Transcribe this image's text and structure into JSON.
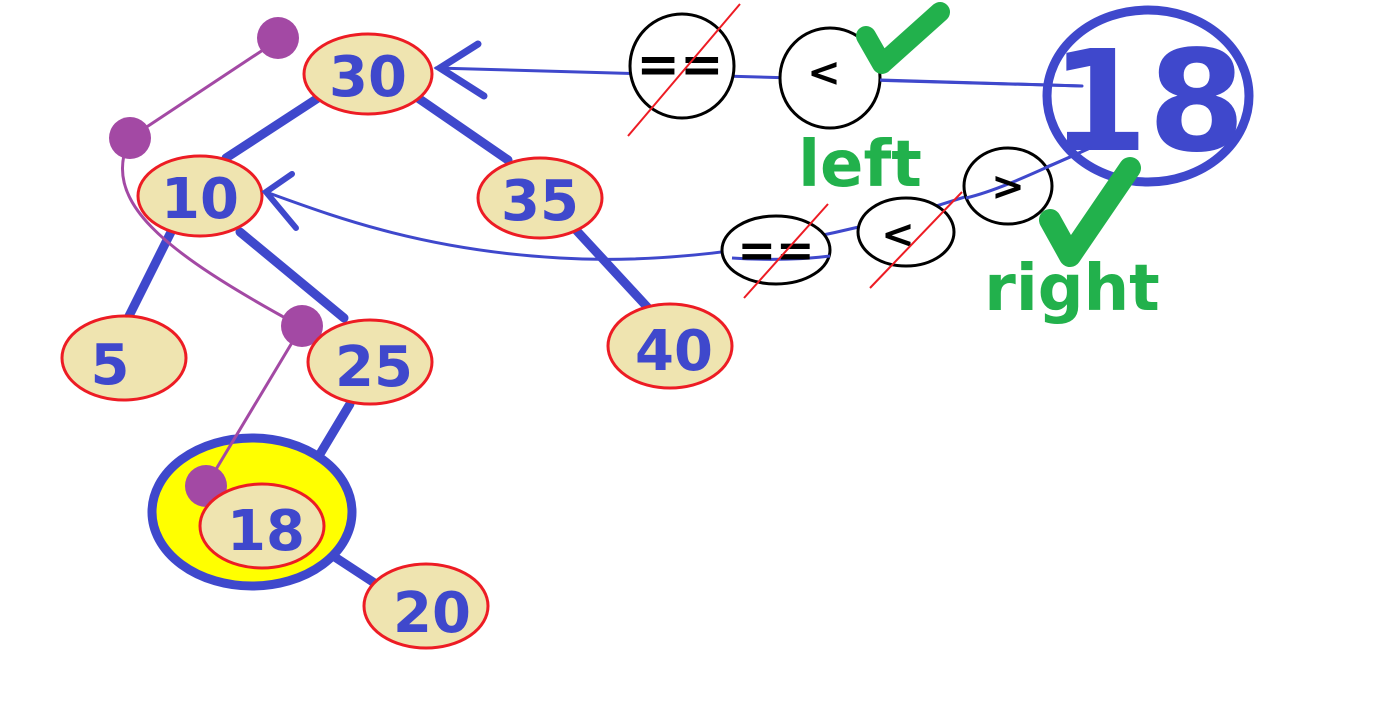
{
  "colors": {
    "node_fill": "#efe4b0",
    "node_stroke": "#ed1c24",
    "edge": "#3f48cc",
    "path_line": "#a349a4",
    "path_dot": "#a349a4",
    "highlight_fill": "#ffff00",
    "highlight_ring": "#3f48cc",
    "check": "#22b14c",
    "strike": "#ed1c24"
  },
  "tree": {
    "nodes": {
      "n30": "30",
      "n10": "10",
      "n35": "35",
      "n5": "5",
      "n25": "25",
      "n40": "40",
      "n18": "18",
      "n20": "20"
    }
  },
  "search": {
    "key": "18",
    "first_compare": {
      "equal_op": "==",
      "less_op": "<",
      "result_label": "left"
    },
    "second_compare": {
      "equal_op": "==",
      "less_op": "<",
      "greater_op": ">",
      "result_label": "right"
    }
  }
}
